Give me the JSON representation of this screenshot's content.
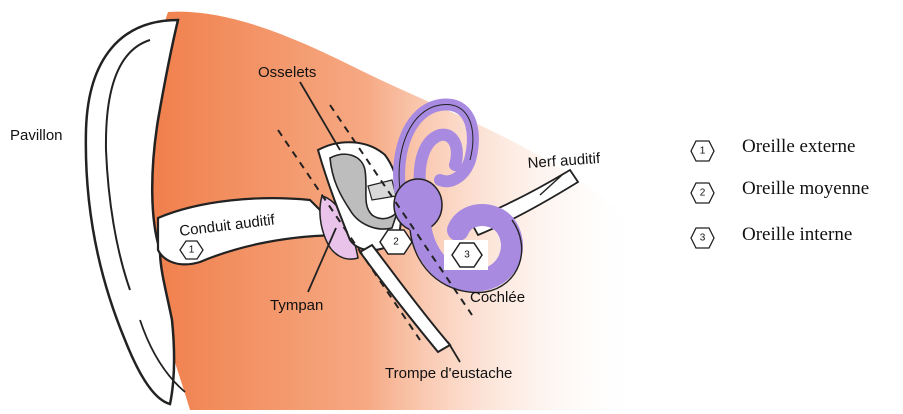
{
  "labels": {
    "pavillon": "Pavillon",
    "osselets": "Osselets",
    "conduit": "Conduit auditif",
    "nerf": "Nerf auditif",
    "tympan": "Tympan",
    "cochlee": "Cochlée",
    "trompe": "Trompe d'eustache"
  },
  "markers": [
    "1",
    "2",
    "3"
  ],
  "legend": [
    {
      "num": "1",
      "text": "Oreille externe"
    },
    {
      "num": "2",
      "text": "Oreille moyenne"
    },
    {
      "num": "3",
      "text": "Oreille interne"
    }
  ],
  "colors": {
    "skin": "#f07e4a",
    "skin_light": "#fbd9c6",
    "inner_ear": "#a88be0",
    "eardrum": "#e9c3ea",
    "bone": "#bdbdbd",
    "outline": "#222222"
  }
}
